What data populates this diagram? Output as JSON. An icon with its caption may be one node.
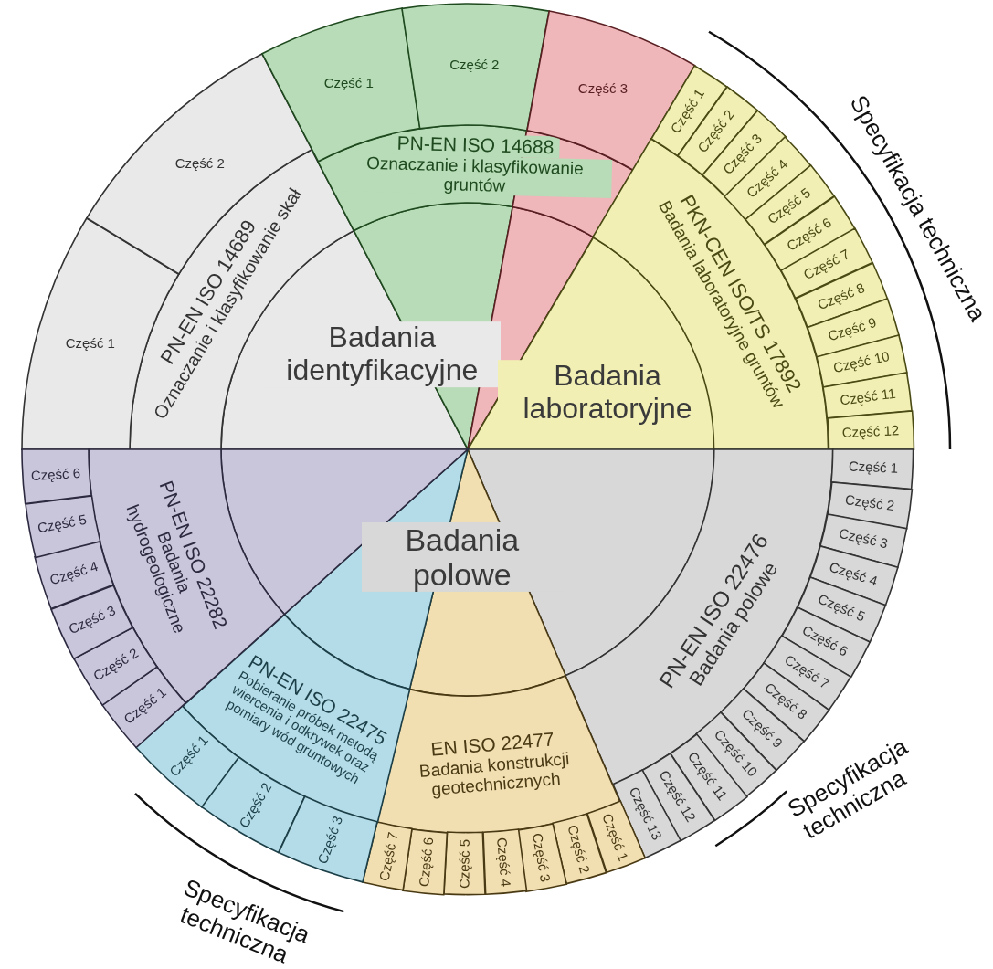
{
  "diagram": {
    "nodes": [
      {
        "text": [
          "Badania identyfikacyjne"
        ]
      },
      {
        "text": [
          "Badania laboratoryjne"
        ]
      },
      {
        "text": [
          "Badania polowe"
        ]
      },
      {
        "text": [
          "PN-EN ISO 14689",
          "Oznaczanie i klasyfikowanie skał"
        ]
      },
      {
        "text": [
          "Część 1"
        ]
      },
      {
        "text": [
          "Część 2"
        ]
      },
      {
        "text": [
          "PN-EN ISO 14688",
          "Oznaczanie i klasyfikowanie gruntów"
        ]
      },
      {
        "text": [
          "Część 1"
        ]
      },
      {
        "text": [
          "Część 2"
        ]
      },
      {
        "text": [
          "Część 3"
        ]
      },
      {
        "text": [
          "PKN-CEN ISO/TS 17892",
          "Badania laboratoryjne gruntów"
        ]
      },
      {
        "text": [
          "Część 1"
        ]
      },
      {
        "text": [
          "Część 2"
        ]
      },
      {
        "text": [
          "Część 3"
        ]
      },
      {
        "text": [
          "Część 4"
        ]
      },
      {
        "text": [
          "Część 5"
        ]
      },
      {
        "text": [
          "Część 6"
        ]
      },
      {
        "text": [
          "Część 7"
        ]
      },
      {
        "text": [
          "Część 8"
        ]
      },
      {
        "text": [
          "Część 9"
        ]
      },
      {
        "text": [
          "Część 10"
        ]
      },
      {
        "text": [
          "Część 11"
        ]
      },
      {
        "text": [
          "Część 12"
        ]
      },
      {
        "text": [
          "PN-EN ISO 22476",
          "Badania polowe"
        ]
      },
      {
        "text": [
          "Część 1"
        ]
      },
      {
        "text": [
          "Część 2"
        ]
      },
      {
        "text": [
          "Część 3"
        ]
      },
      {
        "text": [
          "Część 4"
        ]
      },
      {
        "text": [
          "Część 5"
        ]
      },
      {
        "text": [
          "Część 6"
        ]
      },
      {
        "text": [
          "Część 7"
        ]
      },
      {
        "text": [
          "Część 8"
        ]
      },
      {
        "text": [
          "Część 9"
        ]
      },
      {
        "text": [
          "Część 10"
        ]
      },
      {
        "text": [
          "Część 11"
        ]
      },
      {
        "text": [
          "Część 12"
        ]
      },
      {
        "text": [
          "Część 13"
        ]
      },
      {
        "text": [
          "EN ISO 22477",
          "Badania konstrukcji geotechnicznych"
        ]
      },
      {
        "text": [
          "Część 1"
        ]
      },
      {
        "text": [
          "Część 2"
        ]
      },
      {
        "text": [
          "Część 3"
        ]
      },
      {
        "text": [
          "Część 4"
        ]
      },
      {
        "text": [
          "Część 5"
        ]
      },
      {
        "text": [
          "Część 6"
        ]
      },
      {
        "text": [
          "Część 7"
        ]
      },
      {
        "text": [
          "PN-EN ISO 22475",
          "Pobieranie próbek metodą wiercenia i odkrywek oraz pomiary wód gruntowych"
        ]
      },
      {
        "text": [
          "Część 1"
        ]
      },
      {
        "text": [
          "Część 2"
        ]
      },
      {
        "text": [
          "Część 3"
        ]
      },
      {
        "text": [
          "PN-EN ISO 22282",
          "Badania hydrogeologiczne"
        ]
      },
      {
        "text": [
          "Część 1"
        ]
      },
      {
        "text": [
          "Część 2"
        ]
      },
      {
        "text": [
          "Część 3"
        ]
      },
      {
        "text": [
          "Część 4"
        ]
      },
      {
        "text": [
          "Część 5"
        ]
      },
      {
        "text": [
          "Część 6"
        ]
      }
    ],
    "labels": [
      "Specyfikacja techniczna",
      "Specyfikacja techniczna",
      "Specyfikacja techniczna"
    ]
  }
}
